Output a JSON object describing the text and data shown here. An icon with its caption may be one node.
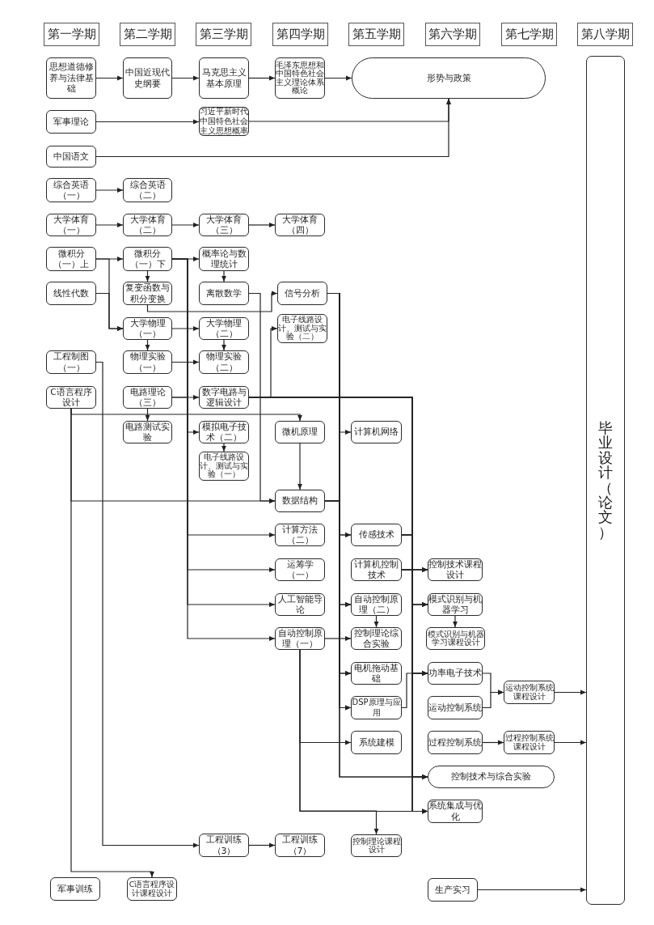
{
  "diagram": {
    "nodes": [
      {
        "text": [
          "第一学期"
        ]
      },
      {
        "text": [
          "第二学期"
        ]
      },
      {
        "text": [
          "第三学期"
        ]
      },
      {
        "text": [
          "第四学期"
        ]
      },
      {
        "text": [
          "第五学期"
        ]
      },
      {
        "text": [
          "第六学期"
        ]
      },
      {
        "text": [
          "第七学期"
        ]
      },
      {
        "text": [
          "第八学期"
        ]
      },
      {
        "text": [
          "思想道德修养与法律基础"
        ]
      },
      {
        "text": [
          "中国近现代史纲要"
        ]
      },
      {
        "text": [
          "马克思主义基本原理"
        ]
      },
      {
        "text": [
          "毛泽东思想和中国特色社会主义理论体系概论"
        ]
      },
      {
        "text": [
          "形势与政策"
        ]
      },
      {
        "text": [
          "毕业设计（论文）"
        ]
      },
      {
        "text": [
          "军事理论"
        ]
      },
      {
        "text": [
          "习近平新时代中国特色社会主义思想概率"
        ]
      },
      {
        "text": [
          "中国语文"
        ]
      },
      {
        "text": [
          "综合英语（一）"
        ]
      },
      {
        "text": [
          "综合英语（二）"
        ]
      },
      {
        "text": [
          "大学体育（一）"
        ]
      },
      {
        "text": [
          "大学体育（二）"
        ]
      },
      {
        "text": [
          "大学体育（三）"
        ]
      },
      {
        "text": [
          "大学体育（四）"
        ]
      },
      {
        "text": [
          "微积分（一）上"
        ]
      },
      {
        "text": [
          "微积分（一）下"
        ]
      },
      {
        "text": [
          "概率论与数理统计"
        ]
      },
      {
        "text": [
          "线性代数"
        ]
      },
      {
        "text": [
          "复变函数与积分变换"
        ]
      },
      {
        "text": [
          "离散数学"
        ]
      },
      {
        "text": [
          "信号分析"
        ]
      },
      {
        "text": [
          "大学物理（一）"
        ]
      },
      {
        "text": [
          "大学物理（二）"
        ]
      },
      {
        "text": [
          "电子线路设计、测试与实验（二）"
        ]
      },
      {
        "text": [
          "工程制图（一）"
        ]
      },
      {
        "text": [
          "物理实验（一）"
        ]
      },
      {
        "text": [
          "物理实验（二）"
        ]
      },
      {
        "text": [
          "C语言程序设计"
        ]
      },
      {
        "text": [
          "电路理论（三）"
        ]
      },
      {
        "text": [
          "数字电路与逻辑设计"
        ]
      },
      {
        "text": [
          "电路测试实验"
        ]
      },
      {
        "text": [
          "模拟电子技术（二）"
        ]
      },
      {
        "text": [
          "微机原理"
        ]
      },
      {
        "text": [
          "计算机网络"
        ]
      },
      {
        "text": [
          "电子线路设计、测试与实验（一）"
        ]
      },
      {
        "text": [
          "数据结构"
        ]
      },
      {
        "text": [
          "计算方法（二）"
        ]
      },
      {
        "text": [
          "传感技术"
        ]
      },
      {
        "text": [
          "运筹学（一）"
        ]
      },
      {
        "text": [
          "计算机控制技术"
        ]
      },
      {
        "text": [
          "控制技术课程设计"
        ]
      },
      {
        "text": [
          "人工智能导论"
        ]
      },
      {
        "text": [
          "自动控制原理（二）"
        ]
      },
      {
        "text": [
          "模式识别与机器学习"
        ]
      },
      {
        "text": [
          "自动控制原理（一）"
        ]
      },
      {
        "text": [
          "控制理论综合实验"
        ]
      },
      {
        "text": [
          "模式识别与机器学习课程设计"
        ]
      },
      {
        "text": [
          "电机拖动基础"
        ]
      },
      {
        "text": [
          "功率电子技术"
        ]
      },
      {
        "text": [
          "运动控制系统课程设计"
        ]
      },
      {
        "text": [
          "DSP原理与应用"
        ]
      },
      {
        "text": [
          "运动控制系统"
        ]
      },
      {
        "text": [
          "系统建模"
        ]
      },
      {
        "text": [
          "过程控制系统"
        ]
      },
      {
        "text": [
          "过程控制系统课程设计"
        ]
      },
      {
        "text": [
          "控制技术与综合实验"
        ]
      },
      {
        "text": [
          "系统集成与优化"
        ]
      },
      {
        "text": [
          "工程训练（3）"
        ]
      },
      {
        "text": [
          "工程训练（7）"
        ]
      },
      {
        "text": [
          "控制理论课程设计"
        ]
      },
      {
        "text": [
          "军事训练"
        ]
      },
      {
        "text": [
          "C语言程序设计课程设计"
        ]
      },
      {
        "text": [
          "生产实习"
        ]
      }
    ],
    "edges": [
      {
        "from": 8,
        "to": 9,
        "arrow": "to"
      },
      {
        "from": 9,
        "to": 10,
        "arrow": "to"
      },
      {
        "from": 10,
        "to": 11,
        "arrow": "to"
      },
      {
        "from": 11,
        "to": 12,
        "arrow": "to"
      },
      {
        "from": 14,
        "to": 15,
        "arrow": "to"
      },
      {
        "from": 15,
        "to": 12,
        "arrow": "to"
      },
      {
        "from": 16,
        "to": 12,
        "arrow": "to"
      },
      {
        "from": 17,
        "to": 18,
        "arrow": "to"
      },
      {
        "from": 19,
        "to": 20,
        "arrow": "to"
      },
      {
        "from": 20,
        "to": 21,
        "arrow": "to"
      },
      {
        "from": 21,
        "to": 22,
        "arrow": "to"
      },
      {
        "from": 23,
        "to": 24,
        "arrow": "to"
      },
      {
        "from": 23,
        "to": 30,
        "arrow": "to"
      },
      {
        "from": 26,
        "to": 30,
        "arrow": "to"
      },
      {
        "from": 24,
        "to": 27,
        "arrow": "to"
      },
      {
        "from": 24,
        "to": 25,
        "arrow": "to"
      },
      {
        "from": 24,
        "to": 45,
        "arrow": "to"
      },
      {
        "from": 24,
        "to": 47,
        "arrow": "to"
      },
      {
        "from": 24,
        "to": 50,
        "arrow": "to"
      },
      {
        "from": 24,
        "to": 53,
        "arrow": "to"
      },
      {
        "from": 25,
        "to": 28,
        "arrow": "to"
      },
      {
        "from": 27,
        "to": 29,
        "arrow": "to"
      },
      {
        "from": 28,
        "to": 44,
        "arrow": "to"
      },
      {
        "from": 30,
        "to": 31,
        "arrow": "to"
      },
      {
        "from": 30,
        "to": 34,
        "arrow": "to"
      },
      {
        "from": 31,
        "to": 35,
        "arrow": "to"
      },
      {
        "from": 34,
        "to": 35,
        "arrow": "to"
      },
      {
        "from": 33,
        "to": 66,
        "arrow": "to"
      },
      {
        "from": 36,
        "to": 41,
        "arrow": "to"
      },
      {
        "from": 36,
        "to": 44,
        "arrow": "to"
      },
      {
        "from": 36,
        "to": 70,
        "arrow": "to"
      },
      {
        "from": 37,
        "to": 38,
        "arrow": "to"
      },
      {
        "from": 37,
        "to": 39,
        "arrow": "to"
      },
      {
        "from": 37,
        "to": 40,
        "arrow": "to"
      },
      {
        "from": 38,
        "to": 32,
        "arrow": "to"
      },
      {
        "from": 40,
        "to": 43,
        "arrow": "to"
      },
      {
        "from": 41,
        "to": 44,
        "arrow": "to"
      },
      {
        "from": 29,
        "to": 42,
        "arrow": "to"
      },
      {
        "from": 29,
        "to": 46,
        "arrow": "to"
      },
      {
        "from": 29,
        "to": 51,
        "arrow": "to"
      },
      {
        "from": 29,
        "to": 56,
        "arrow": "to"
      },
      {
        "from": 29,
        "to": 59,
        "arrow": "to"
      },
      {
        "from": 29,
        "to": 64,
        "arrow": "to"
      },
      {
        "from": 44,
        "to": 46,
        "arrow": "to"
      },
      {
        "from": 44,
        "to": 51,
        "arrow": "to"
      },
      {
        "from": 44,
        "to": 56,
        "arrow": "to"
      },
      {
        "from": 44,
        "to": 59,
        "arrow": "to"
      },
      {
        "from": 44,
        "to": 64,
        "arrow": "to"
      },
      {
        "from": 38,
        "to": 49,
        "arrow": "to"
      },
      {
        "from": 38,
        "to": 52,
        "arrow": "to"
      },
      {
        "from": 38,
        "to": 57,
        "arrow": "to"
      },
      {
        "from": 38,
        "to": 64,
        "arrow": "to"
      },
      {
        "from": 38,
        "to": 65,
        "arrow": "to"
      },
      {
        "from": 46,
        "to": 49,
        "arrow": "to"
      },
      {
        "from": 46,
        "to": 52,
        "arrow": "to"
      },
      {
        "from": 46,
        "to": 57,
        "arrow": "to"
      },
      {
        "from": 46,
        "to": 64,
        "arrow": "to"
      },
      {
        "from": 46,
        "to": 65,
        "arrow": "to"
      },
      {
        "from": 48,
        "to": 49,
        "arrow": "to"
      },
      {
        "from": 48,
        "to": 52,
        "arrow": "to"
      },
      {
        "from": 48,
        "to": 57,
        "arrow": "to"
      },
      {
        "from": 48,
        "to": 64,
        "arrow": "to"
      },
      {
        "from": 48,
        "to": 65,
        "arrow": "to"
      },
      {
        "from": 59,
        "to": 57,
        "arrow": "to"
      },
      {
        "from": 57,
        "to": 58,
        "arrow": "to"
      },
      {
        "from": 60,
        "to": 58,
        "arrow": "to"
      },
      {
        "from": 58,
        "to": 13,
        "arrow": "to"
      },
      {
        "from": 62,
        "to": 63,
        "arrow": "to"
      },
      {
        "from": 63,
        "to": 13,
        "arrow": "to"
      },
      {
        "from": 71,
        "to": 13,
        "arrow": "to"
      },
      {
        "from": 51,
        "to": 54,
        "arrow": "to"
      },
      {
        "from": 53,
        "to": 54,
        "arrow": "to"
      },
      {
        "from": 53,
        "to": 61,
        "arrow": "to"
      },
      {
        "from": 53,
        "to": 68,
        "arrow": "to"
      },
      {
        "from": 53,
        "to": 65,
        "arrow": "to"
      },
      {
        "from": 52,
        "to": 55,
        "arrow": "to"
      },
      {
        "from": 66,
        "to": 67,
        "arrow": "to"
      }
    ]
  }
}
